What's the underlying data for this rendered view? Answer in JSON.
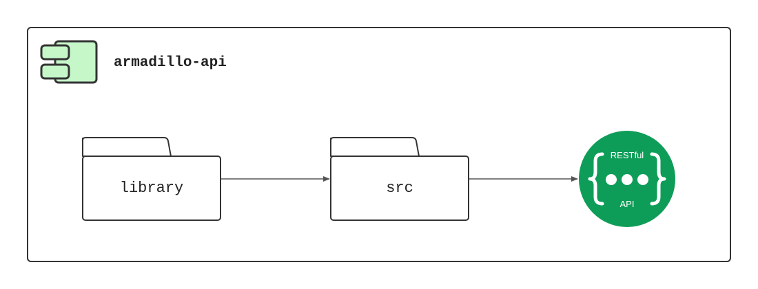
{
  "container": {
    "title": "armadillo-api"
  },
  "nodes": {
    "library": {
      "label": "library"
    },
    "src": {
      "label": "src"
    },
    "api": {
      "top_text": "RESTful",
      "bottom_text": "API"
    }
  },
  "colors": {
    "component_fill": "#c6f7c9",
    "outline": "#333333",
    "arrow": "#555555",
    "api_fill": "#0e9d58"
  },
  "icons": {
    "component": "component-icon",
    "folder": "folder-icon",
    "api": "restful-api-icon"
  }
}
